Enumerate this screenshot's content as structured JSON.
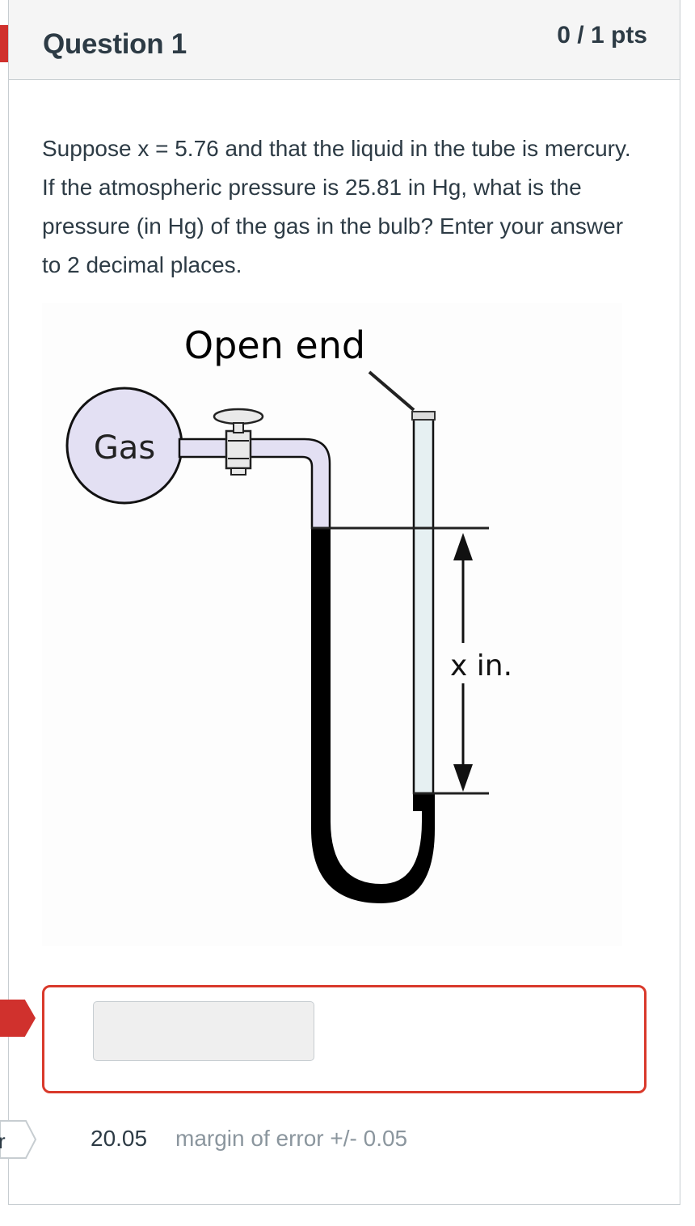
{
  "question": {
    "title": "Question 1",
    "points": "0 / 1 pts",
    "text": "Suppose x = 5.76 and that the liquid in the tube is mercury.  If the atmospheric pressure is 25.81 in Hg, what is the pressure (in Hg) of the gas in the bulb? Enter your answer to 2 decimal places."
  },
  "figure": {
    "open_end_label": "Open end",
    "gas_label": "Gas",
    "x_label": "x in."
  },
  "answer": {
    "input_value": "",
    "correct_label": "r",
    "correct_value": "20.05",
    "margin_text": "margin of error +/- 0.05"
  },
  "colors": {
    "flag_red": "#d0312d",
    "border_red": "#d9392b",
    "gas_fill": "#e3e0f3",
    "tube_fill": "#e6f0f2",
    "mercury": "#000000"
  }
}
